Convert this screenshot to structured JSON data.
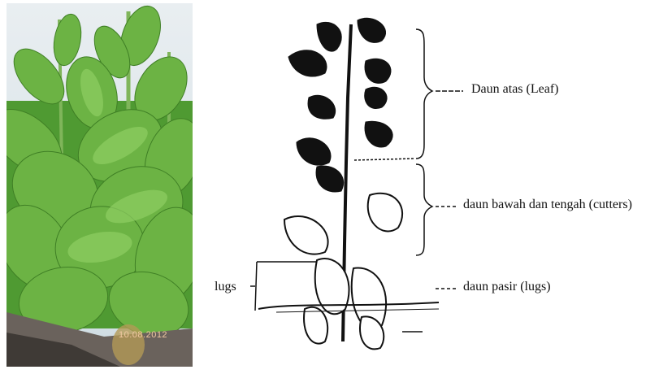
{
  "photo": {
    "date_stamp": "10.08.2012",
    "colors": {
      "sky": "#dfe8ee",
      "leaf": "#5ea83a",
      "leaf_light": "#86c45a",
      "soil": "#6a625c"
    }
  },
  "diagram": {
    "labels": {
      "top": "Daun atas (Leaf)",
      "middle": "daun bawah dan tengah (cutters)",
      "bottom": "daun pasir (lugs)",
      "left": "lugs"
    }
  }
}
